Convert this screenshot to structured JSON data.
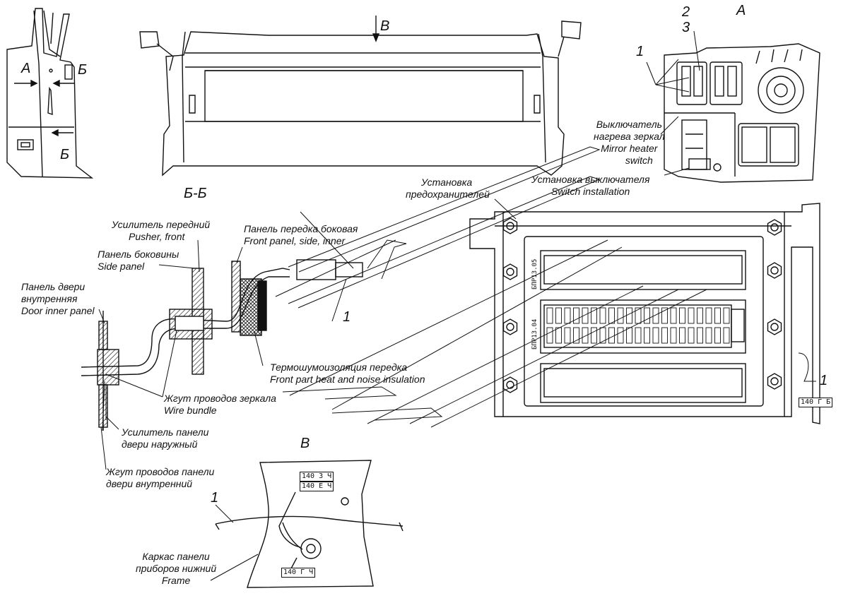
{
  "views": {
    "a_main": "А",
    "b_main": "В",
    "bb_section": "Б-Б",
    "v_detail": "В",
    "side_a": "А",
    "side_b_top": "Б",
    "side_b_bottom": "Б"
  },
  "numbers": {
    "n1_switch": "1",
    "n2": "2",
    "n3": "3",
    "n1_section": "1",
    "n1_fuse": "1",
    "n1_frame": "1"
  },
  "labels": {
    "mirror_heater_switch": [
      "Выключатель",
      "нагрева зеркал",
      "Mirror heater",
      "switch"
    ],
    "switch_installation": [
      "Установка выключателя",
      "Switch installation"
    ],
    "fuse_installation": [
      "Установка",
      "предохранителей"
    ],
    "pusher_front": [
      "Усилитель передний",
      "Pusher, front"
    ],
    "side_panel": [
      "Панель боковины",
      "Side panel"
    ],
    "front_panel_side_inner": [
      "Панель передка боковая",
      "Front panel, side, inner"
    ],
    "door_inner_panel": [
      "Панель двери",
      "внутренняя",
      "Door inner panel"
    ],
    "heat_noise": [
      "Термошумоизоляция передка",
      "Front part heat and noise insulation"
    ],
    "wire_bundle": [
      "Жгут проводов зеркала",
      "Wire bundle"
    ],
    "door_panel_reinforcement": [
      "Усилитель панели",
      "двери наружный"
    ],
    "door_wire_bundle": [
      "Жгут проводов панели",
      "двери внутренний"
    ],
    "frame": [
      "Каркас панели",
      "приборов нижний",
      "Frame"
    ]
  },
  "tags": {
    "fuse_block_1": "БПР13.05",
    "fuse_block_2": "БПР13.04",
    "t140_g6": "140 Г Б",
    "t140_3ch": "140 З Ч",
    "t140_ech": "140 Е Ч",
    "t140_gch": "140 Г Ч"
  }
}
